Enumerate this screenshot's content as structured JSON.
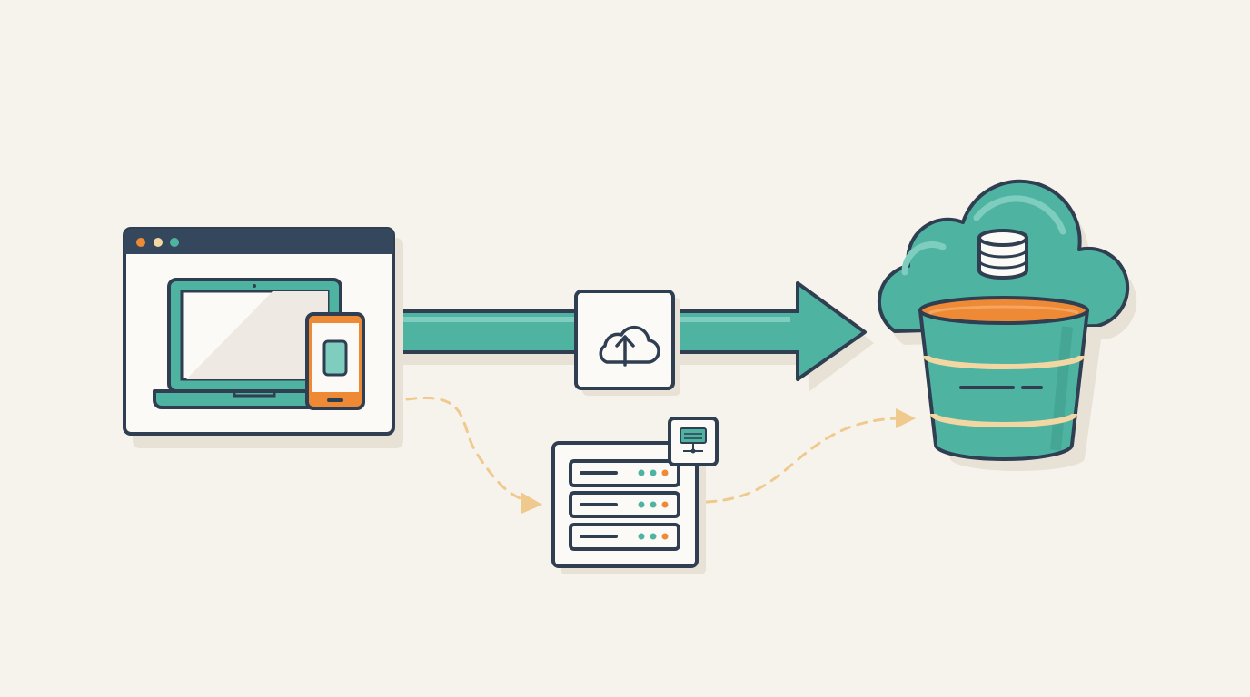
{
  "diagram": {
    "colors": {
      "background": "#f6f3ed",
      "outline": "#2f3e50",
      "teal": "#4fb3a2",
      "teal_light": "#7fcdbf",
      "orange": "#ee8a35",
      "cream": "#f3d7a3",
      "panel": "#fbfaf7",
      "shadow": "#e7e1d6",
      "dashed": "#f0c98e"
    },
    "nodes": [
      {
        "id": "client-devices",
        "icons": [
          "browser-window-icon",
          "laptop-icon",
          "smartphone-icon"
        ]
      },
      {
        "id": "cloud-upload",
        "icons": [
          "cloud-upload-icon"
        ]
      },
      {
        "id": "cloud-storage-bucket",
        "icons": [
          "cloud-icon",
          "database-icon",
          "bucket-icon"
        ]
      },
      {
        "id": "server-rack",
        "icons": [
          "server-rack-icon",
          "network-switch-icon"
        ]
      }
    ],
    "edges": [
      {
        "from": "client-devices",
        "to": "cloud-storage-bucket",
        "style": "solid-arrow",
        "via": "cloud-upload"
      },
      {
        "from": "client-devices",
        "to": "server-rack",
        "style": "dashed-arrow"
      },
      {
        "from": "server-rack",
        "to": "cloud-storage-bucket",
        "style": "dashed-arrow"
      }
    ]
  }
}
